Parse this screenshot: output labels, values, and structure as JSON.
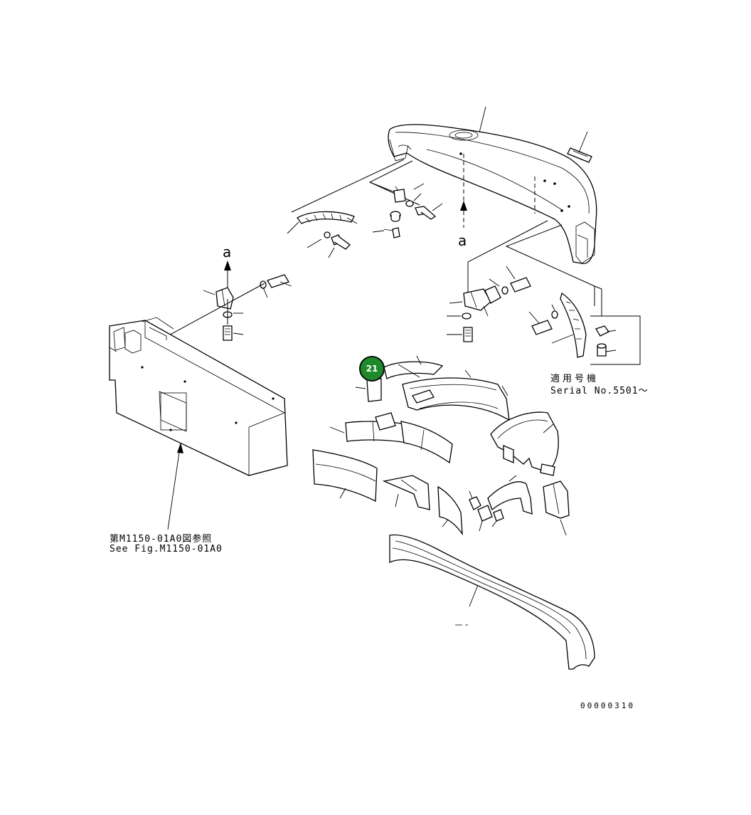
{
  "applicability": {
    "jp": "適用号機",
    "serial": "Serial No.5501〜"
  },
  "reference": {
    "jp": "第M1150-01A0図参照",
    "en": "See Fig.M1150-01A0"
  },
  "view_marker": "a",
  "callout": {
    "number": "21",
    "color": "#1f8a2c"
  },
  "drawing_number": "00000310"
}
